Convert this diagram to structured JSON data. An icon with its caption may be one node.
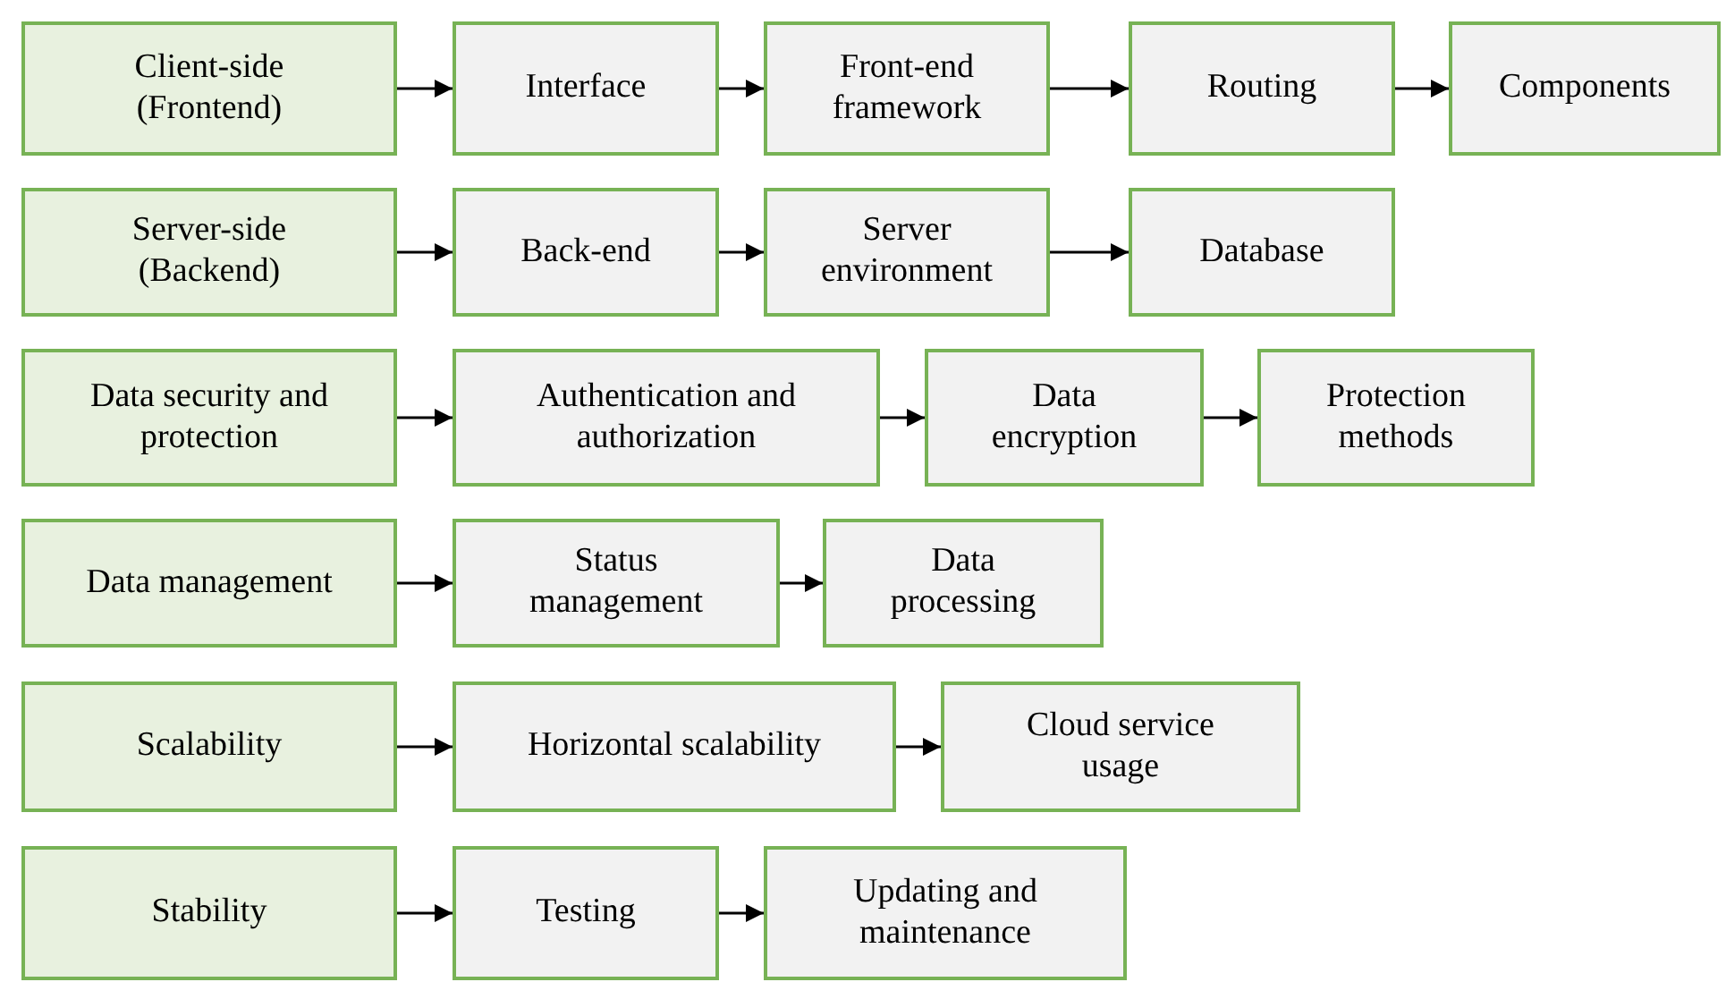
{
  "diagram": {
    "nodes": [
      {
        "text": [
          "Client-side (Frontend)"
        ]
      },
      {
        "text": [
          "Interface"
        ]
      },
      {
        "text": [
          "Front-end framework"
        ]
      },
      {
        "text": [
          "Routing"
        ]
      },
      {
        "text": [
          "Components"
        ]
      },
      {
        "text": [
          "Server-side (Backend)"
        ]
      },
      {
        "text": [
          "Back-end"
        ]
      },
      {
        "text": [
          "Server environment"
        ]
      },
      {
        "text": [
          "Database"
        ]
      },
      {
        "text": [
          "Data security and protection"
        ]
      },
      {
        "text": [
          "Authentication and authorization"
        ]
      },
      {
        "text": [
          "Data encryption"
        ]
      },
      {
        "text": [
          "Protection methods"
        ]
      },
      {
        "text": [
          "Data management"
        ]
      },
      {
        "text": [
          "Status management"
        ]
      },
      {
        "text": [
          "Data processing"
        ]
      },
      {
        "text": [
          "Scalability"
        ]
      },
      {
        "text": [
          "Horizontal scalability"
        ]
      },
      {
        "text": [
          "Cloud service usage"
        ]
      },
      {
        "text": [
          "Stability"
        ]
      },
      {
        "text": [
          "Testing"
        ]
      },
      {
        "text": [
          "Updating and maintenance"
        ]
      }
    ],
    "edges": [
      {
        "from": 0,
        "to": 1,
        "arrow": "to"
      },
      {
        "from": 1,
        "to": 2,
        "arrow": "to"
      },
      {
        "from": 2,
        "to": 3,
        "arrow": "to"
      },
      {
        "from": 3,
        "to": 4,
        "arrow": "to"
      },
      {
        "from": 5,
        "to": 6,
        "arrow": "to"
      },
      {
        "from": 6,
        "to": 7,
        "arrow": "to"
      },
      {
        "from": 7,
        "to": 8,
        "arrow": "to"
      },
      {
        "from": 9,
        "to": 10,
        "arrow": "to"
      },
      {
        "from": 10,
        "to": 11,
        "arrow": "to"
      },
      {
        "from": 11,
        "to": 12,
        "arrow": "to"
      },
      {
        "from": 13,
        "to": 14,
        "arrow": "to"
      },
      {
        "from": 14,
        "to": 15,
        "arrow": "to"
      },
      {
        "from": 16,
        "to": 17,
        "arrow": "to"
      },
      {
        "from": 17,
        "to": 18,
        "arrow": "to"
      },
      {
        "from": 19,
        "to": 20,
        "arrow": "to"
      },
      {
        "from": 20,
        "to": 21,
        "arrow": "to"
      }
    ]
  }
}
